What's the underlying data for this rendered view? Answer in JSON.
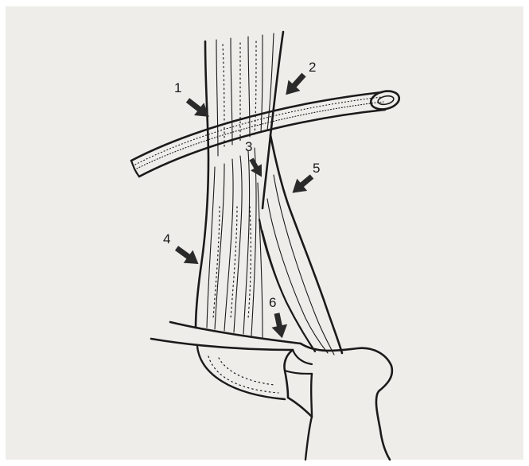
{
  "figure": {
    "callouts": [
      {
        "label": "1"
      },
      {
        "label": "2"
      },
      {
        "label": "3"
      },
      {
        "label": "4"
      },
      {
        "label": "5"
      },
      {
        "label": "6"
      }
    ]
  },
  "colors": {
    "paper": "#eeedea",
    "ink": "#1a1a1a",
    "frame": "#ffffff"
  }
}
